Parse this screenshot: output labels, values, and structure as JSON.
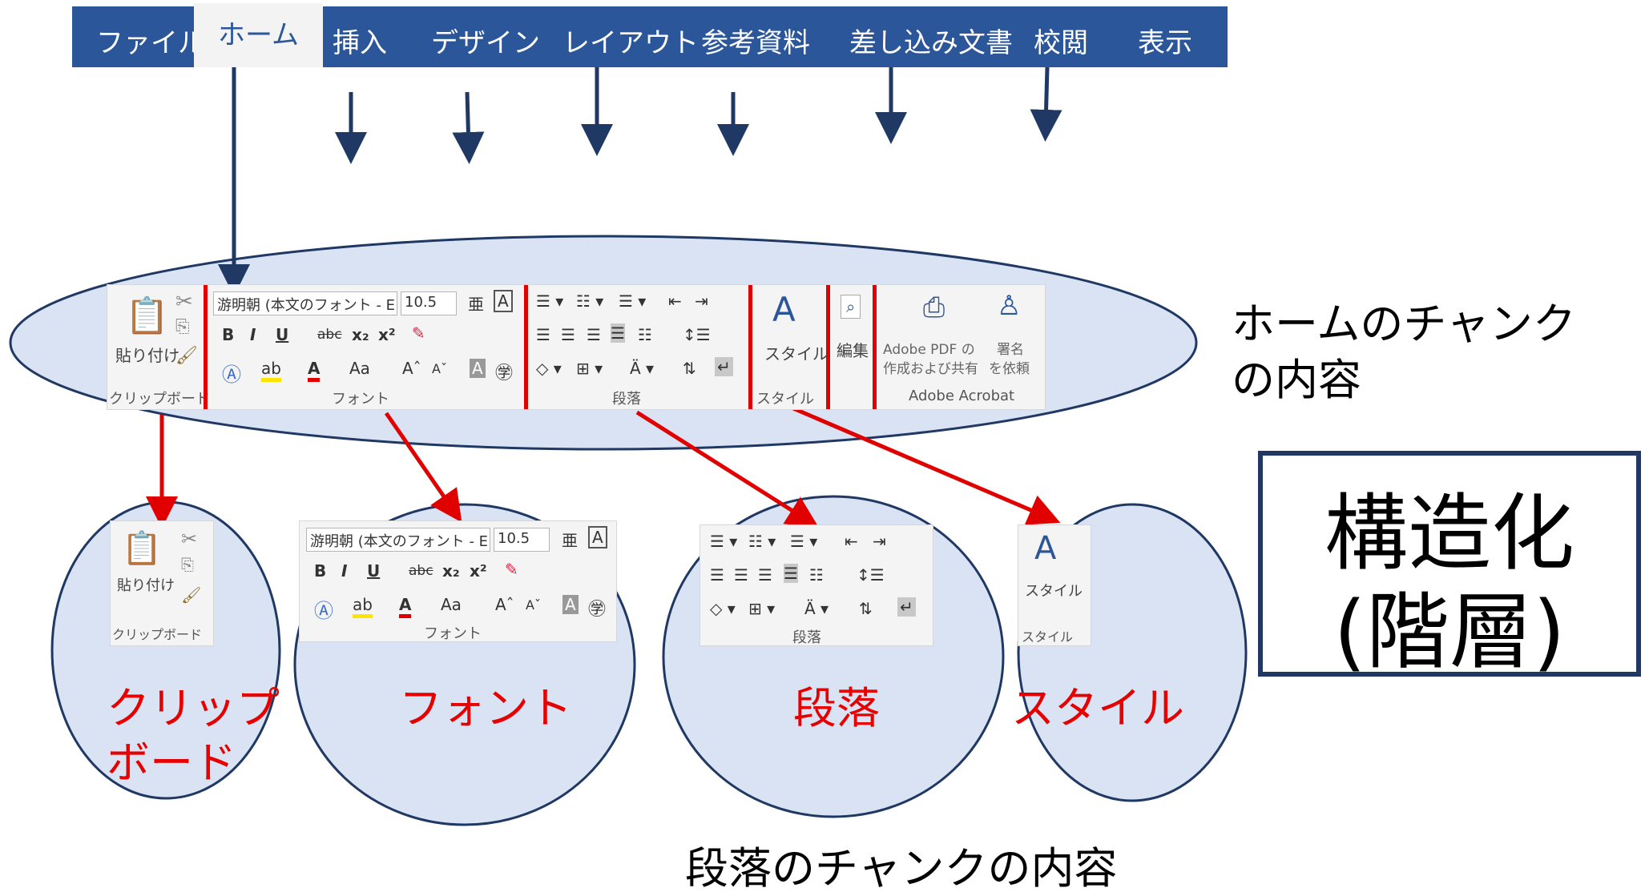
{
  "tabs": [
    "ファイル",
    "ホーム",
    "挿入",
    "デザイン",
    "レイアウト",
    "参考資料",
    "差し込み文書",
    "校閲",
    "表示"
  ],
  "active_tab": "ホーム",
  "ribbon": {
    "font_name": "游明朝 (本文のフォント - E",
    "font_size": "10.5",
    "paste_label": "貼り付け",
    "groups": {
      "clipboard": "クリップボード",
      "font": "フォント",
      "paragraph": "段落",
      "styles": "スタイル",
      "acrobat": "Adobe Acrobat"
    },
    "style_button": "スタイル",
    "edit_button": "編集",
    "adobe_pdf_line1": "Adobe PDF の",
    "adobe_pdf_line2": "作成および共有",
    "sign_line1": "署名",
    "sign_line2": "を依頼"
  },
  "labels": {
    "home_chunk_line1": "ホームのチャンク",
    "home_chunk_line2": "の内容",
    "structure_line1": "構造化",
    "structure_line2": "(階層)",
    "paragraph_chunk": "段落のチャンクの内容",
    "circle_clipboard_line1": "クリップ",
    "circle_clipboard_line2": "ボード",
    "circle_font": "フォント",
    "circle_paragraph": "段落",
    "circle_style": "スタイル"
  },
  "colors": {
    "tabbar": "#2b579a",
    "ellipse_fill": "#dae3f3",
    "ellipse_stroke": "#1f3864",
    "arrow_dark": "#1f3864",
    "arrow_red": "#e00000",
    "label_red": "#e60000"
  }
}
